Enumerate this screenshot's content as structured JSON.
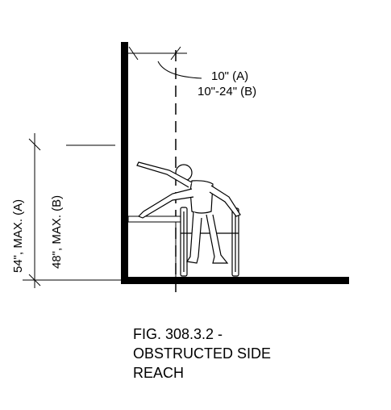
{
  "dimensions": {
    "horizontal_a": "10\" (A)",
    "horizontal_b": "10\"-24\" (B)",
    "vertical_a": "54\", MAX. (A)",
    "vertical_b": "48\", MAX. (B)"
  },
  "caption": {
    "line1": "FIG. 308.3.2 -",
    "line2": "OBSTRUCTED SIDE",
    "line3": "REACH"
  }
}
